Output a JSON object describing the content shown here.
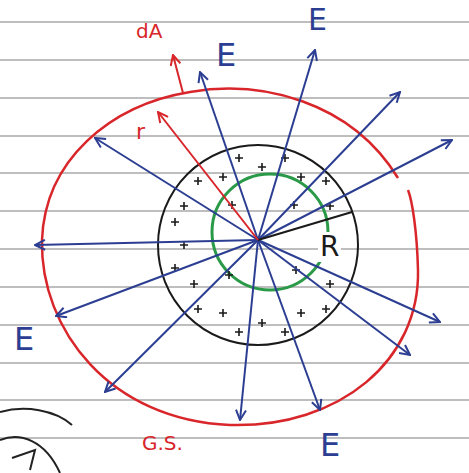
{
  "diagram": {
    "labels": [
      "dA",
      "E",
      "E",
      "r",
      "R",
      "E",
      "E",
      "G.S."
    ]
  }
}
